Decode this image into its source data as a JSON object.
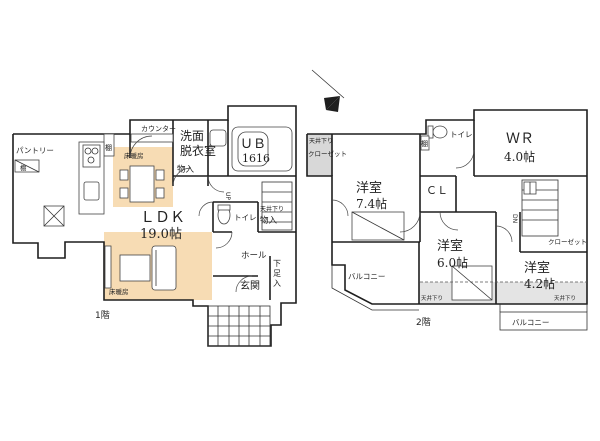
{
  "floor1": {
    "floor_label": "1階",
    "ldk_name": "ＬＤＫ",
    "ldk_size": "19.0帖",
    "pantry": "パントリー",
    "counter": "カウンター",
    "shelf": "棚",
    "shelf2": "棚",
    "floor_heating_top": "床暖房",
    "floor_heating_bottom": "床暖房",
    "washroom_line1": "洗面",
    "washroom_line2": "脱衣室",
    "ub_name": "ＵＢ",
    "ub_size": "1616",
    "storage1": "物入",
    "storage2": "物入",
    "toilet": "トイレ",
    "ceiling_low": "天井下り",
    "hall": "ホール",
    "entrance": "玄関",
    "shoe_storage_line1": "下",
    "shoe_storage_line2": "足",
    "shoe_storage_line3": "入",
    "stairs_mark": "UP"
  },
  "floor2": {
    "floor_label": "2階",
    "wr_name": "ＷＲ",
    "wr_size": "4.0帖",
    "room1_name": "洋室",
    "room1_size": "7.4帖",
    "room2_name": "洋室",
    "room2_size": "6.0帖",
    "room3_name": "洋室",
    "room3_size": "4.2帖",
    "closet_label_top_a": "天井下り",
    "closet_label_top_b": "クローゼット",
    "cl": "ＣＬ",
    "toilet": "トイレ",
    "shelf": "棚",
    "closet_right": "クローゼット",
    "balcony_left": "バルコニー",
    "balcony_bottom": "バルコニー",
    "ceiling_low_left": "天井下り",
    "ceiling_low_right": "天井下り",
    "stairs_mark": "DN"
  },
  "colors": {
    "floor_heating": "#f7dcb4",
    "closet_gray": "#d8d8d8",
    "wall": "#1e1e1e"
  },
  "icons": [
    "north-arrow-icon"
  ]
}
